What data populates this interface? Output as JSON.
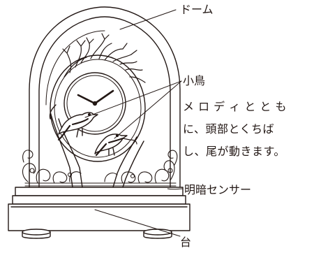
{
  "labels": {
    "dome": "ドーム",
    "bird": "小鳥",
    "bird_desc": [
      "メロディとともに、頭部とくちばし、尾が動きます。"
    ],
    "bird_desc_lines": [
      "メ ロ デ ィ と と も",
      "に、頭部とくちば",
      "し、尾が動きます。"
    ],
    "sensor": "明暗センサー",
    "base": "台"
  },
  "colors": {
    "line": "#231815",
    "background": "#ffffff"
  }
}
